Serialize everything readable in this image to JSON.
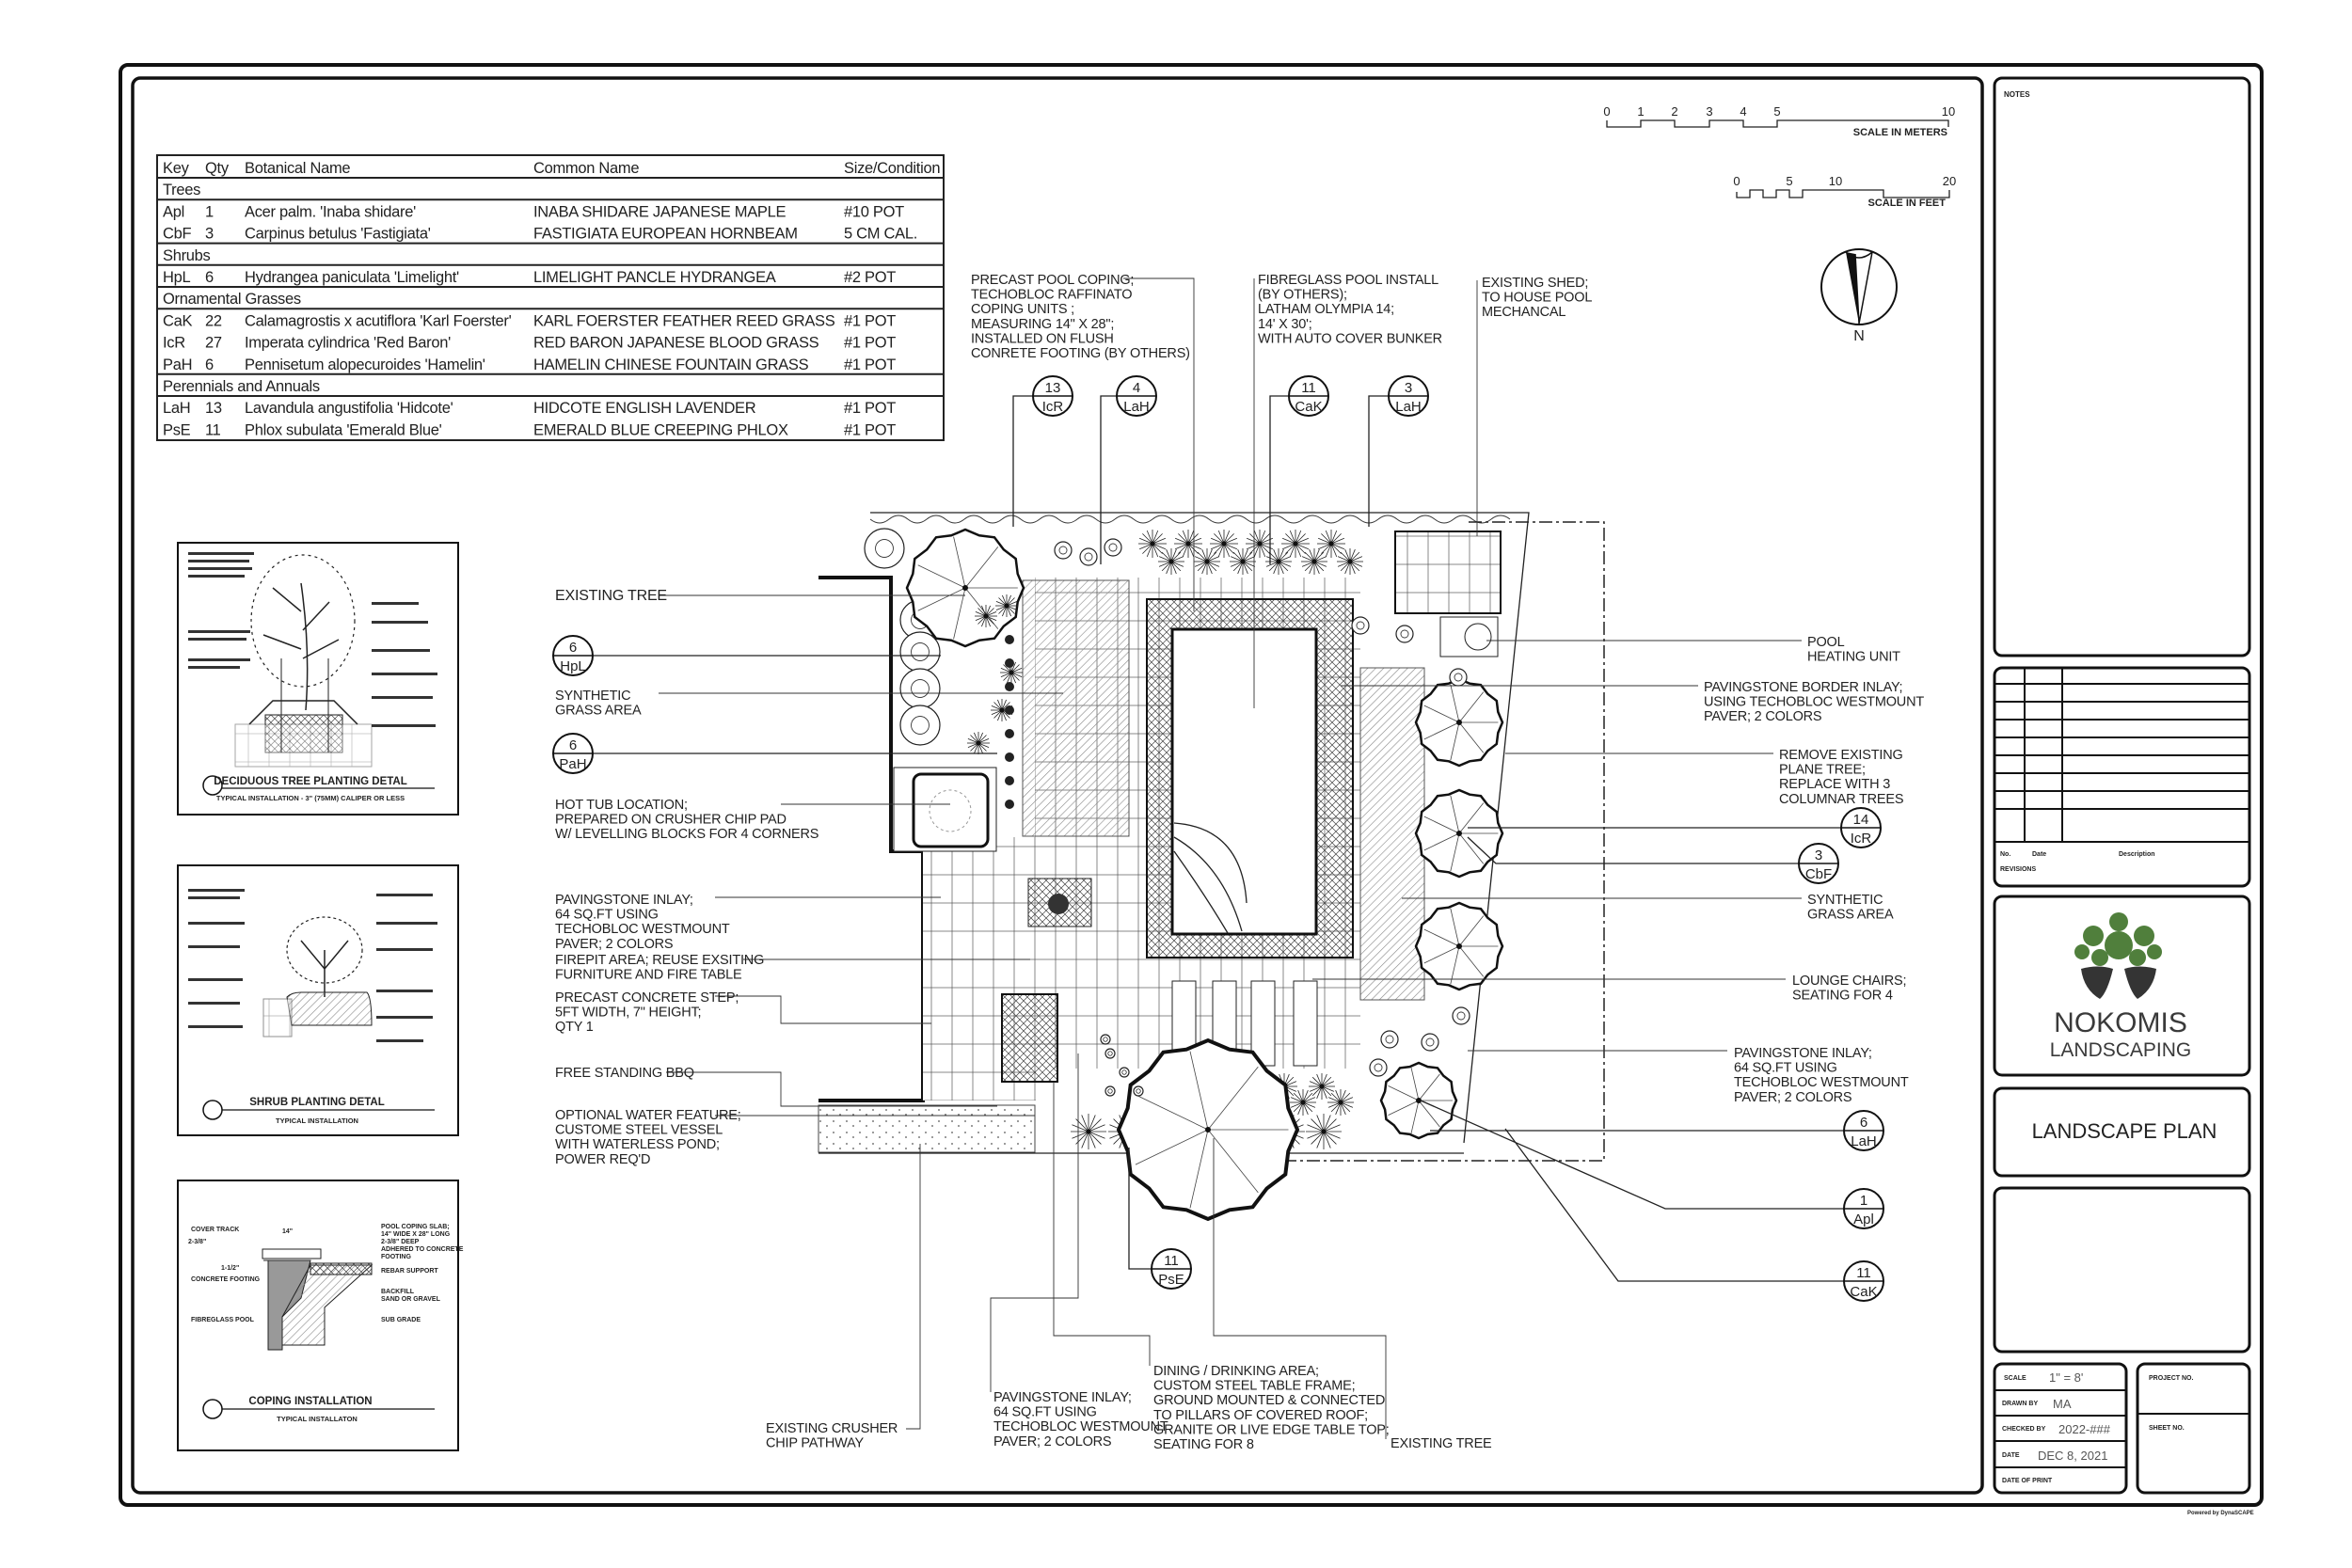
{
  "plant_schedule": {
    "headers": {
      "key": "Key",
      "qty": "Qty",
      "botanical": "Botanical Name",
      "common": "Common Name",
      "size": "Size/Condition"
    },
    "groups": [
      {
        "name": "Trees",
        "rows": [
          [
            "Apl",
            "1",
            "Acer palm. 'Inaba shidare'",
            "INABA SHIDARE JAPANESE MAPLE",
            "#10 POT"
          ],
          [
            "CbF",
            "3",
            "Carpinus betulus 'Fastigiata'",
            "FASTIGIATA EUROPEAN HORNBEAM",
            "5 CM CAL."
          ]
        ]
      },
      {
        "name": "Shrubs",
        "rows": [
          [
            "HpL",
            "6",
            "Hydrangea paniculata 'Limelight'",
            "LIMELIGHT PANCLE HYDRANGEA",
            "#2 POT"
          ]
        ]
      },
      {
        "name": "Ornamental Grasses",
        "rows": [
          [
            "CaK",
            "22",
            "Calamagrostis x acutiflora 'Karl Foerster'",
            "KARL FOERSTER FEATHER REED GRASS",
            "#1 POT"
          ],
          [
            "IcR",
            "27",
            "Imperata cylindrica 'Red Baron'",
            "RED BARON JAPANESE BLOOD GRASS",
            "#1 POT"
          ],
          [
            "PaH",
            "6",
            "Pennisetum alopecuroides 'Hamelin'",
            "HAMELIN CHINESE FOUNTAIN GRASS",
            "#1 POT"
          ]
        ]
      },
      {
        "name": "Perennials and Annuals",
        "rows": [
          [
            "LaH",
            "13",
            "Lavandula angustifolia 'Hidcote'",
            "HIDCOTE ENGLISH LAVENDER",
            "#1 POT"
          ],
          [
            "PsE",
            "11",
            "Phlox subulata 'Emerald Blue'",
            "EMERALD BLUE CREEPING PHLOX",
            "#1 POT"
          ]
        ]
      }
    ]
  },
  "callouts": [
    {
      "id": "precast-pool-coping",
      "lines": [
        "PRECAST POOL COPING;",
        "TECHOBLOC RAFFINATO",
        "COPING UNITS ;",
        "MEASURING 14\" X 28\";",
        "INSTALLED ON FLUSH",
        "CONRETE FOOTING (BY OTHERS)"
      ]
    },
    {
      "id": "fibreglass-pool",
      "lines": [
        "FIBREGLASS POOL INSTALL",
        "(BY OTHERS);",
        "LATHAM OLYMPIA 14;",
        "14' X 30';",
        "WITH AUTO COVER BUNKER"
      ]
    },
    {
      "id": "existing-shed",
      "lines": [
        "EXISTING SHED;",
        "TO HOUSE POOL",
        "MECHANCAL"
      ]
    },
    {
      "id": "existing-tree-left",
      "lines": [
        "EXISTING TREE"
      ]
    },
    {
      "id": "synthetic-grass-left",
      "lines": [
        "SYNTHETIC",
        "GRASS AREA"
      ]
    },
    {
      "id": "hot-tub",
      "lines": [
        "HOT TUB LOCATION;",
        "PREPARED ON CRUSHER CHIP PAD",
        "W/ LEVELLING BLOCKS FOR 4 CORNERS"
      ]
    },
    {
      "id": "pavingstone-inlay-left",
      "lines": [
        "PAVINGSTONE INLAY;",
        "64 SQ.FT USING",
        "TECHOBLOC WESTMOUNT",
        "PAVER; 2 COLORS"
      ]
    },
    {
      "id": "firepit-area",
      "lines": [
        "FIREPIT AREA; REUSE EXSITING",
        "FURNITURE AND FIRE TABLE"
      ]
    },
    {
      "id": "precast-step",
      "lines": [
        "PRECAST CONCRETE STEP;",
        "5FT WIDTH, 7\" HEIGHT;",
        "QTY 1"
      ]
    },
    {
      "id": "bbq",
      "lines": [
        "FREE STANDING BBQ"
      ]
    },
    {
      "id": "water-feature",
      "lines": [
        "OPTIONAL WATER FEATURE;",
        "CUSTOME STEEL VESSEL",
        "WITH WATERLESS POND;",
        "POWER REQ'D"
      ]
    },
    {
      "id": "pool-heating-unit",
      "lines": [
        "POOL",
        "HEATING UNIT"
      ]
    },
    {
      "id": "pavingstone-border-inlay",
      "lines": [
        "PAVINGSTONE BORDER INLAY;",
        "USING TECHOBLOC WESTMOUNT",
        "PAVER; 2 COLORS"
      ]
    },
    {
      "id": "remove-plane-tree",
      "lines": [
        "REMOVE EXISTING",
        "PLANE TREE;",
        "REPLACE WITH 3",
        "COLUMNAR TREES"
      ]
    },
    {
      "id": "synthetic-grass-right",
      "lines": [
        "SYNTHETIC",
        "GRASS AREA"
      ]
    },
    {
      "id": "lounge-chairs",
      "lines": [
        "LOUNGE CHAIRS;",
        "SEATING FOR 4"
      ]
    },
    {
      "id": "pavingstone-inlay-right",
      "lines": [
        "PAVINGSTONE INLAY;",
        "64 SQ.FT USING",
        "TECHOBLOC WESTMOUNT",
        "PAVER; 2 COLORS"
      ]
    },
    {
      "id": "crusher-chip-pathway",
      "lines": [
        "EXISTING CRUSHER",
        "CHIP PATHWAY"
      ]
    },
    {
      "id": "pavingstone-inlay-bottom",
      "lines": [
        "PAVINGSTONE INLAY;",
        "64 SQ.FT USING",
        "TECHOBLOC WESTMOUNT",
        "PAVER; 2 COLORS"
      ]
    },
    {
      "id": "dining-area",
      "lines": [
        "DINING / DRINKING AREA;",
        "CUSTOM STEEL TABLE FRAME;",
        "GROUND MOUNTED & CONNECTED",
        "TO PILLARS OF COVERED ROOF;",
        "GRANITE OR LIVE EDGE TABLE TOP;",
        "SEATING FOR 8"
      ]
    },
    {
      "id": "existing-tree-bottom",
      "lines": [
        "EXISTING TREE"
      ]
    }
  ],
  "bubbles": [
    {
      "qty": "13",
      "key": "IcR"
    },
    {
      "qty": "4",
      "key": "LaH"
    },
    {
      "qty": "11",
      "key": "CaK"
    },
    {
      "qty": "3",
      "key": "LaH"
    },
    {
      "qty": "6",
      "key": "HpL"
    },
    {
      "qty": "6",
      "key": "PaH"
    },
    {
      "qty": "14",
      "key": "IcR"
    },
    {
      "qty": "3",
      "key": "CbF"
    },
    {
      "qty": "6",
      "key": "LaH"
    },
    {
      "qty": "1",
      "key": "Apl"
    },
    {
      "qty": "11",
      "key": "CaK"
    },
    {
      "qty": "11",
      "key": "PsE"
    }
  ],
  "scales": {
    "meters": {
      "ticks": [
        "0",
        "1",
        "2",
        "3",
        "4",
        "5",
        "10"
      ],
      "label": "SCALE IN METERS"
    },
    "feet": {
      "ticks": [
        "0",
        "5",
        "10",
        "20"
      ],
      "label": "SCALE IN FEET"
    }
  },
  "north_label": "N",
  "details": [
    {
      "title": "DECIDUOUS TREE PLANTING DETAL",
      "subtitle": "TYPICAL INSTALLATION - 3\" (75MM) CALIPER OR LESS"
    },
    {
      "title": "SHRUB PLANTING DETAL",
      "subtitle": "TYPICAL INSTALLATION"
    },
    {
      "title": "COPING INSTALLATION",
      "subtitle": "TYPICAL INSTALLATON",
      "labels": [
        "COVER TRACK",
        "2-3/8\"",
        "14\"",
        "1-1/2\"",
        "CONCRETE FOOTING",
        "FIBREGLASS POOL",
        "POOL COPING SLAB;",
        "14\" WIDE X 28\" LONG",
        "2-3/8\" DEEP",
        "ADHERED TO CONCRETE",
        "FOOTING",
        "REBAR SUPPORT",
        "BACKFILL",
        "SAND OR GRAVEL",
        "SUB GRADE"
      ]
    }
  ],
  "title_block": {
    "notes_label": "NOTES",
    "revisions": {
      "no": "No.",
      "date": "Date",
      "description": "Description",
      "label": "REVISIONS"
    },
    "company": {
      "name": "NOKOMIS",
      "sub": "LANDSCAPING"
    },
    "sheet_title": "LANDSCAPE PLAN",
    "info": {
      "scale_label": "SCALE",
      "scale": "1\" = 8'",
      "drawn_label": "DRAWN BY",
      "drawn": "MA",
      "checked_label": "CHECKED BY",
      "checked": "2022-###",
      "date_label": "DATE",
      "date": "DEC 8, 2021",
      "print_label": "DATE OF PRINT",
      "project_label": "PROJECT NO.",
      "sheet_label": "SHEET NO."
    },
    "powered_by": "Powered by DynaSCAPE"
  },
  "colors": {
    "logo_green": "#507f3c",
    "logo_dark": "#343434",
    "ink": "#222222",
    "hatch": "#888888"
  }
}
